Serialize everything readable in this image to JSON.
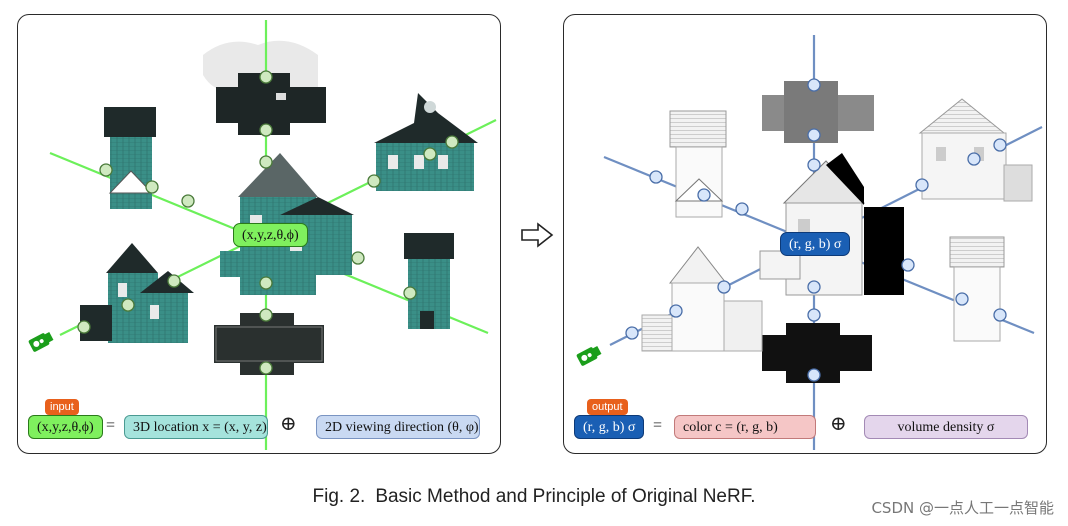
{
  "colors": {
    "green_line": "#6cf05a",
    "blue_line": "#6f8fc2",
    "teal_house": "#3a8f87",
    "roof": "#1f2a2a",
    "input_tag": "#e8601c",
    "output_tag": "#e8601c",
    "input_box_fill": "#7ff05e",
    "location_box_fill": "#a5e3dc",
    "direction_box_fill": "#c9d9f2",
    "output_box_fill": "#1a5fb4",
    "color_box_fill": "#f5c6c6",
    "density_box_fill": "#e4d6ec"
  },
  "left_panel": {
    "center_label": "(x,y,z,θ,ϕ)",
    "tag": "input",
    "input_box": "(x,y,z,θ,ϕ)",
    "equals": "=",
    "location_box": "3D location x = (x, y, z)",
    "oplus": "⊕",
    "direction_box": "2D viewing direction (θ, φ)",
    "camera_icon": "camera-icon"
  },
  "right_panel": {
    "center_label": "(r, g, b) σ",
    "tag": "output",
    "output_box": "(r, g, b) σ",
    "equals": "=",
    "color_box": "color c = (r, g, b)",
    "oplus": "⊕",
    "density_box": "volume density σ",
    "camera_icon": "camera-icon"
  },
  "arrow_icon": "hollow-arrow-right-icon",
  "caption": {
    "number": "Fig. 2.",
    "text": "Basic Method and Principle of Original NeRF."
  },
  "watermark": "CSDN @一点人工一点智能"
}
